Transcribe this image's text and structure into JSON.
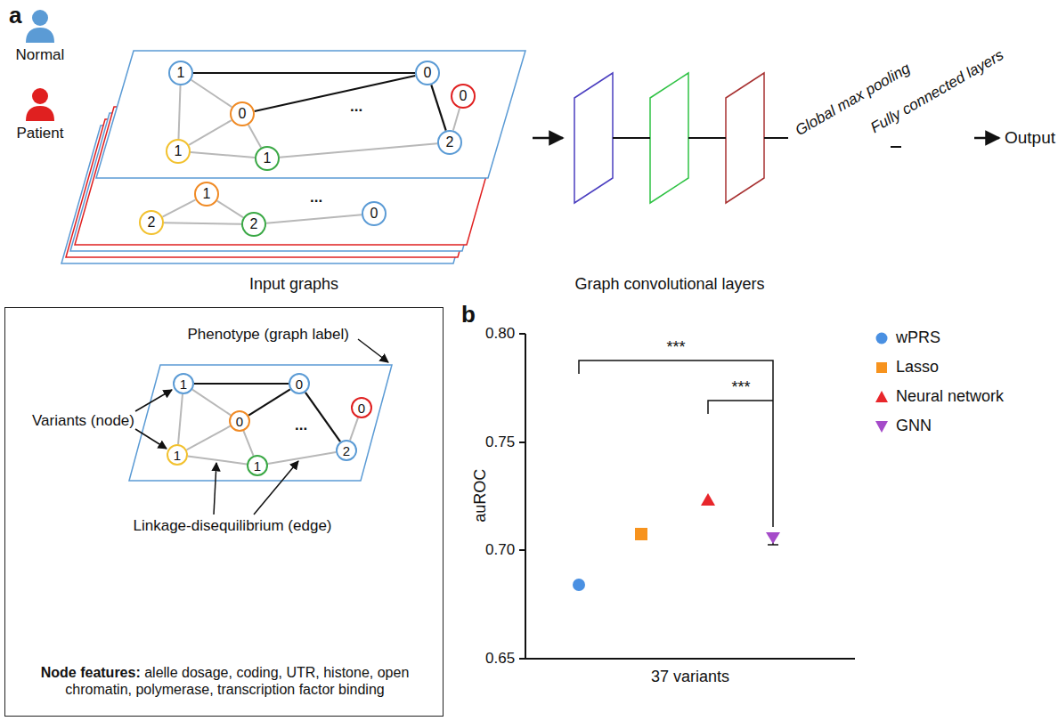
{
  "diagram": {
    "nodes": [
      {
        "text": [
          "1"
        ]
      },
      {
        "text": [
          "0"
        ]
      },
      {
        "text": [
          "0"
        ]
      },
      {
        "text": [
          "0"
        ]
      },
      {
        "text": [
          "1"
        ]
      },
      {
        "text": [
          "1"
        ]
      },
      {
        "text": [
          "2"
        ]
      },
      {
        "text": [
          "1"
        ]
      },
      {
        "text": [
          "2"
        ]
      },
      {
        "text": [
          "2"
        ]
      },
      {
        "text": [
          "0"
        ]
      },
      {
        "text": [
          "Phenotype (graph label)",
          "Variants (node)",
          "Linkage-disequilibrium (edge)",
          "Node features: alelle dosage, coding, UTR, histone, open chromatin, polymerase, transcription factor binding"
        ]
      },
      {
        "text": [
          "1"
        ],
        "in": 11
      },
      {
        "text": [
          "0"
        ],
        "in": 11
      },
      {
        "text": [
          "0"
        ],
        "in": 11
      },
      {
        "text": [
          "0"
        ],
        "in": 11
      },
      {
        "text": [
          "1"
        ],
        "in": 11
      },
      {
        "text": [
          "1"
        ],
        "in": 11
      },
      {
        "text": [
          "2"
        ],
        "in": 11
      }
    ],
    "edges": [
      {
        "from": 0,
        "to": 1,
        "arrow": "none"
      },
      {
        "from": 0,
        "to": 2,
        "arrow": "none"
      },
      {
        "from": 0,
        "to": 4,
        "arrow": "none"
      },
      {
        "from": 2,
        "to": 4,
        "arrow": "none"
      },
      {
        "from": 2,
        "to": 5,
        "arrow": "none"
      },
      {
        "from": 4,
        "to": 5,
        "arrow": "none"
      },
      {
        "from": 2,
        "to": 1,
        "arrow": "none"
      },
      {
        "from": 5,
        "to": 6,
        "arrow": "none"
      },
      {
        "from": 1,
        "to": 6,
        "arrow": "none"
      },
      {
        "from": 3,
        "to": 6,
        "arrow": "none"
      },
      {
        "from": 7,
        "to": 8,
        "arrow": "none"
      },
      {
        "from": 7,
        "to": 9,
        "arrow": "none"
      },
      {
        "from": 8,
        "to": 9,
        "arrow": "none"
      },
      {
        "from": 9,
        "to": 10,
        "arrow": "none"
      },
      {
        "from": 12,
        "to": 13,
        "arrow": "none"
      },
      {
        "from": 12,
        "to": 14,
        "arrow": "none"
      },
      {
        "from": 12,
        "to": 16,
        "arrow": "none"
      },
      {
        "from": 14,
        "to": 16,
        "arrow": "none"
      },
      {
        "from": 14,
        "to": 17,
        "arrow": "none"
      },
      {
        "from": 16,
        "to": 17,
        "arrow": "none"
      },
      {
        "from": 14,
        "to": 13,
        "arrow": "none"
      },
      {
        "from": 17,
        "to": 18,
        "arrow": "none"
      },
      {
        "from": 13,
        "to": 18,
        "arrow": "none"
      },
      {
        "from": 15,
        "to": 18,
        "arrow": "none"
      }
    ],
    "labels": [
      "a",
      "Normal",
      "Patient",
      "...",
      "...",
      "Input graphs",
      "Graph convolutional layers",
      "Global max pooling",
      "Fully connected layers",
      "Output",
      "...",
      "b",
      "0.80",
      "0.75",
      "0.70",
      "0.65",
      "auROC",
      "37 variants",
      "***",
      "***"
    ],
    "legend": [
      {
        "text": "wPRS"
      },
      {
        "text": "Lasso"
      },
      {
        "text": "Neural network"
      },
      {
        "text": "GNN"
      }
    ]
  }
}
